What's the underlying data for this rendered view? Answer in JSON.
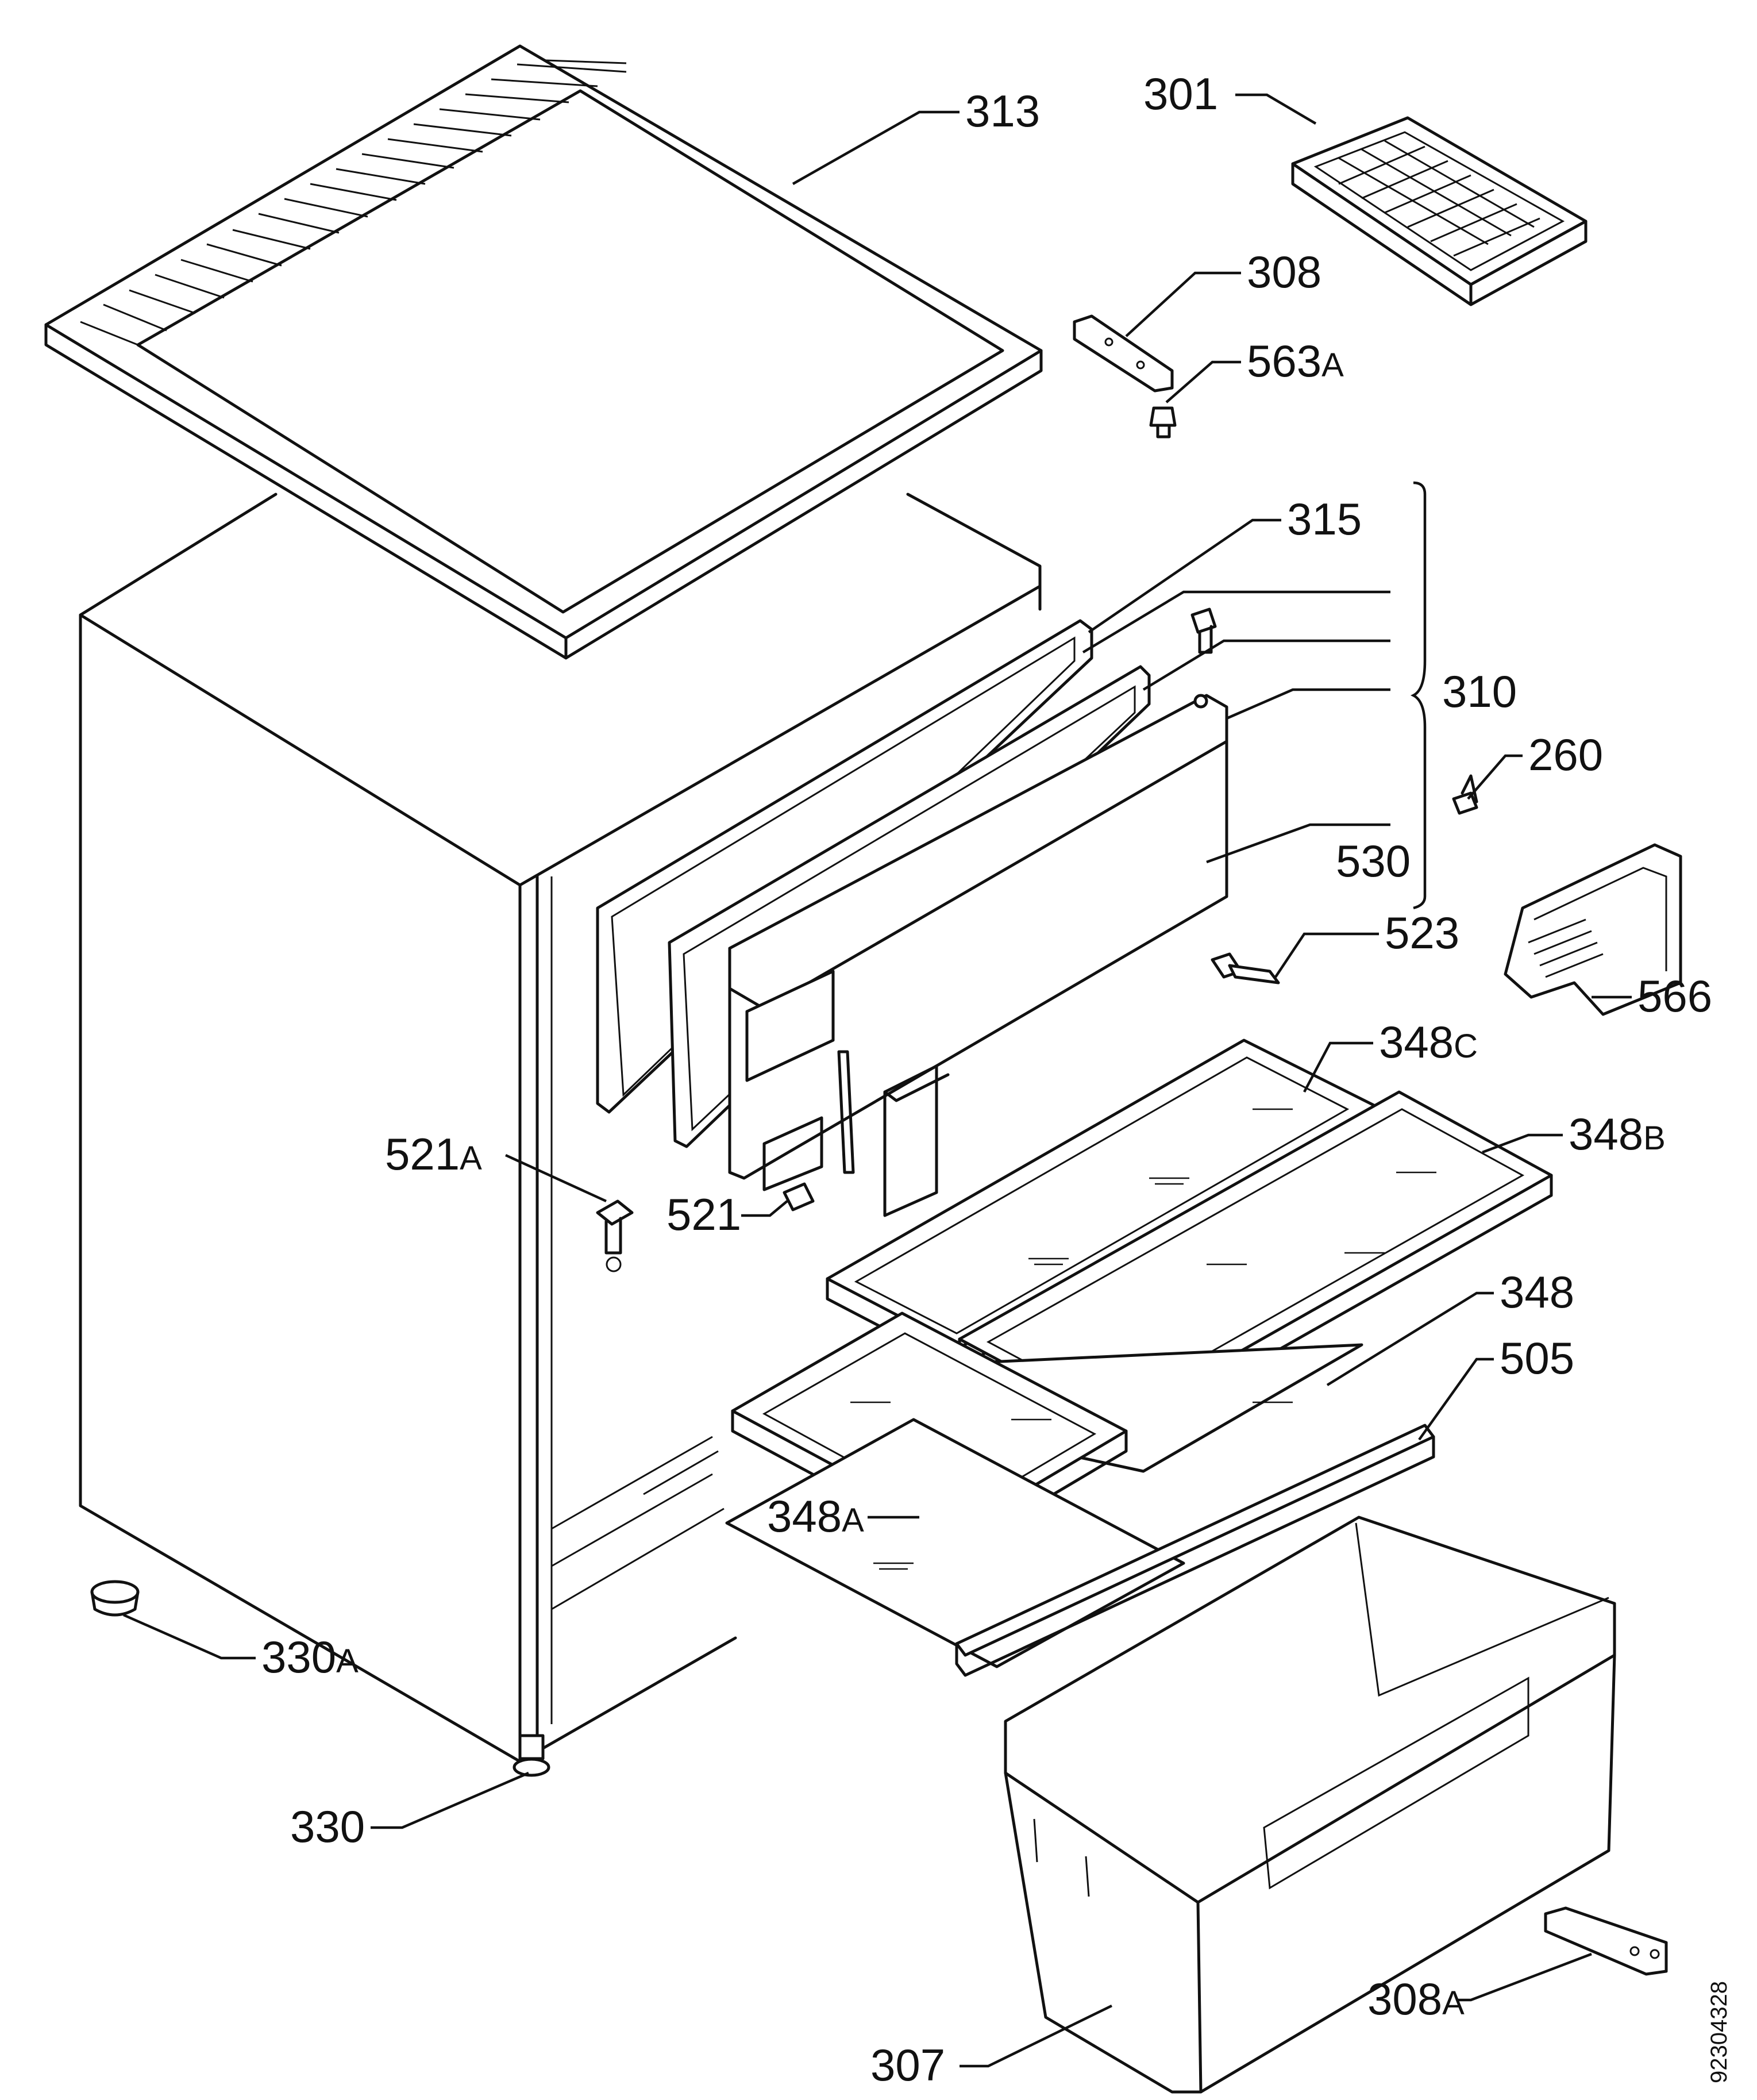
{
  "callouts": [
    {
      "id": "313",
      "num": "313",
      "sfx": ""
    },
    {
      "id": "301",
      "num": "301",
      "sfx": ""
    },
    {
      "id": "308",
      "num": "308",
      "sfx": ""
    },
    {
      "id": "563a",
      "num": "563",
      "sfx": "A"
    },
    {
      "id": "315",
      "num": "315",
      "sfx": ""
    },
    {
      "id": "310",
      "num": "310",
      "sfx": ""
    },
    {
      "id": "260",
      "num": "260",
      "sfx": ""
    },
    {
      "id": "530",
      "num": "530",
      "sfx": ""
    },
    {
      "id": "523",
      "num": "523",
      "sfx": ""
    },
    {
      "id": "566",
      "num": "566",
      "sfx": ""
    },
    {
      "id": "348c",
      "num": "348",
      "sfx": "C"
    },
    {
      "id": "348b",
      "num": "348",
      "sfx": "B"
    },
    {
      "id": "348",
      "num": "348",
      "sfx": ""
    },
    {
      "id": "505",
      "num": "505",
      "sfx": ""
    },
    {
      "id": "521a",
      "num": "521",
      "sfx": "A"
    },
    {
      "id": "521",
      "num": "521",
      "sfx": ""
    },
    {
      "id": "348a",
      "num": "348",
      "sfx": "A"
    },
    {
      "id": "330a",
      "num": "330",
      "sfx": "A"
    },
    {
      "id": "330",
      "num": "330",
      "sfx": ""
    },
    {
      "id": "308a",
      "num": "308",
      "sfx": "A"
    },
    {
      "id": "307",
      "num": "307",
      "sfx": ""
    }
  ],
  "document_number": "92304328"
}
